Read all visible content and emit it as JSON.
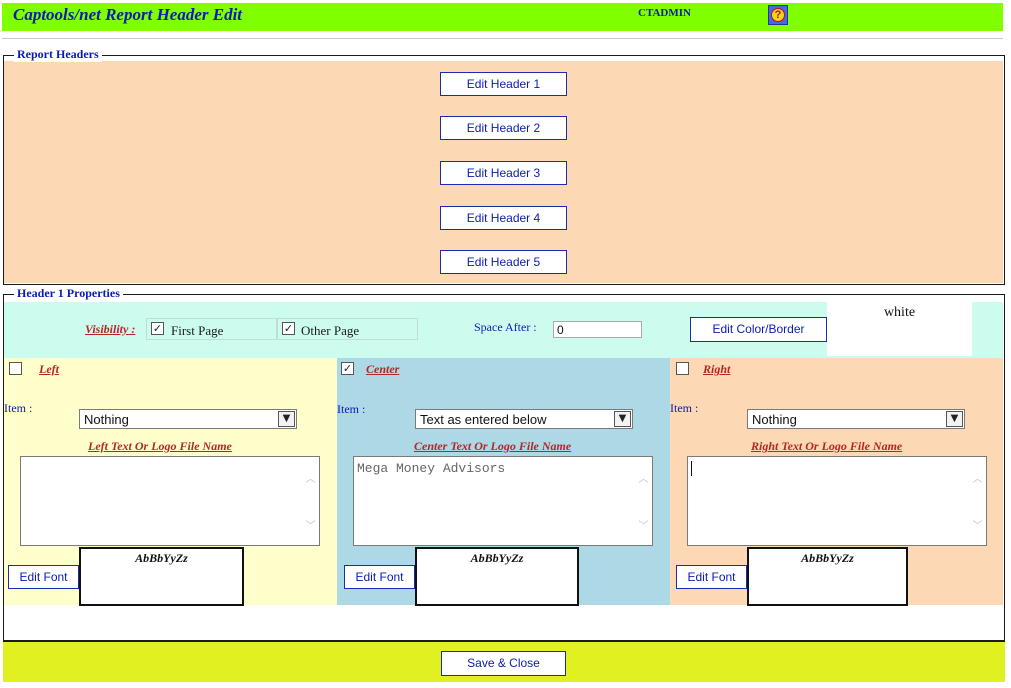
{
  "header": {
    "title": "Captools/net Report Header Edit",
    "user": "CTADMIN",
    "help_icon": "help-question-icon",
    "help_glyph": "?"
  },
  "report_headers": {
    "legend": "Report Headers",
    "buttons": [
      "Edit Header 1",
      "Edit Header 2",
      "Edit Header 3",
      "Edit Header 4",
      "Edit Header 5"
    ]
  },
  "properties": {
    "legend": "Header 1 Properties",
    "visibility_label": "Visibility :",
    "first_page_label": "First Page",
    "first_page_checked": true,
    "other_page_label": "Other Page",
    "other_page_checked": true,
    "space_after_label": "Space After :",
    "space_after_value": "0",
    "edit_color_label": "Edit Color/Border",
    "color_value": "white"
  },
  "columns": {
    "item_label": "Item :",
    "edit_font_label": "Edit Font",
    "font_sample": "AbBbYyZz",
    "left": {
      "title": "Left",
      "enabled": false,
      "item_value": "Nothing",
      "text_label": "Left Text Or Logo File Name",
      "text_value": ""
    },
    "center": {
      "title": "Center",
      "enabled": true,
      "item_value": "Text as entered below",
      "text_label": "Center Text Or Logo File Name",
      "text_value": "Mega Money Advisors"
    },
    "right": {
      "title": "Right",
      "enabled": false,
      "item_value": "Nothing",
      "text_label": "Right Text Or Logo File Name",
      "text_value": ""
    }
  },
  "footer": {
    "save_label": "Save & Close",
    "check_glyph": "✓",
    "arrow_glyph": "▼",
    "scroll_up_glyph": "︿",
    "scroll_down_glyph": "﹀"
  },
  "colors": {
    "title_blue": "#0b1bb4",
    "header_green": "#7fff00",
    "peach": "#fdd8b5",
    "mint": "#ccfcee",
    "light_yellow": "#ffffcc",
    "light_blue": "#add8e6",
    "footer_yellow": "#e0f020",
    "label_red": "#b22828"
  }
}
